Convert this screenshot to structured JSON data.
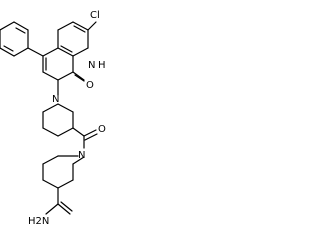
{
  "molecule": {
    "atom_labels": {
      "chlorine": "Cl",
      "ring_nh": "N",
      "ring_nh_h": "H",
      "carbonyl_oxygen_1": "O",
      "piperidine_n1": "N",
      "amide_oxygen": "O",
      "piperidine_n2": "N",
      "amine": "H2N"
    }
  }
}
